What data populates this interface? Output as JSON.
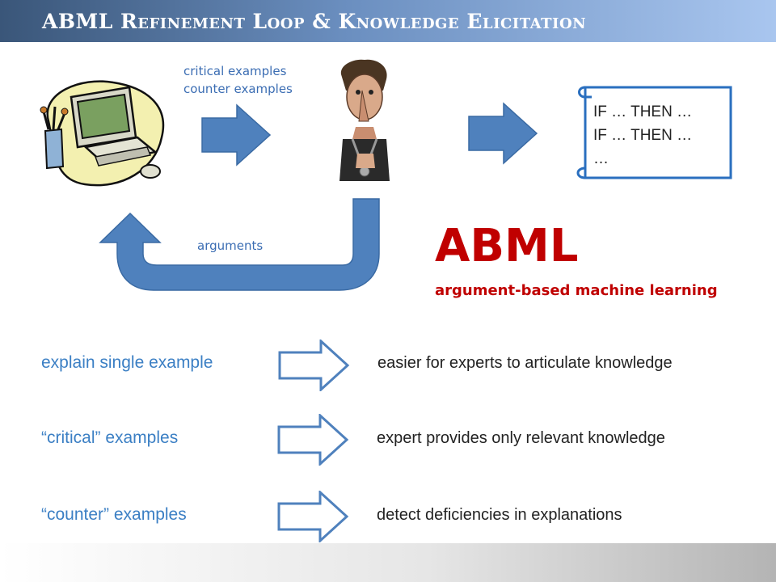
{
  "title": "ABML Refinement Loop & Knowledge Elicitation",
  "loop": {
    "critical_examples_label": "critical examples",
    "counter_examples_label": "counter examples",
    "arguments_label": "arguments",
    "rules": [
      "IF … THEN …",
      "IF … THEN …",
      "…"
    ]
  },
  "abml": {
    "heading": "ABML",
    "subheading": "argument-based machine learning"
  },
  "benefits": [
    {
      "left": "explain single example",
      "right": "easier for experts to articulate knowledge"
    },
    {
      "left": "“critical” examples",
      "right": "expert provides only relevant knowledge"
    },
    {
      "left": "“counter” examples",
      "right": "detect deficiencies in explanations"
    }
  ],
  "colors": {
    "arrow_fill": "#4f81bd",
    "accent_red": "#c00000",
    "link_blue": "#3b7fc4"
  }
}
